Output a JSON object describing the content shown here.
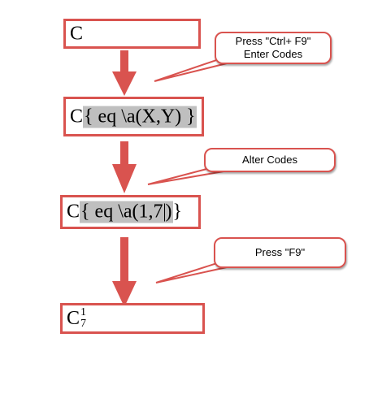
{
  "steps": [
    {
      "prefix": "C"
    },
    {
      "prefix": "C",
      "code_open": "{ eq \\a(X,Y) ",
      "code_close": "}"
    },
    {
      "prefix": "C",
      "code_open": "{ eq \\a(1,7",
      "code_after_cursor": ")",
      "code_close": " }"
    },
    {
      "prefix": "C",
      "superscript": "1",
      "subscript": "7"
    }
  ],
  "callouts": [
    {
      "line1": "Press \"Ctrl+ F9\"",
      "line2": "Enter Codes"
    },
    {
      "line1": "Alter Codes"
    },
    {
      "line1": "Press \"F9\""
    }
  ],
  "colors": {
    "accent": "#d9534f",
    "field_shading": "#bfbfbf"
  }
}
